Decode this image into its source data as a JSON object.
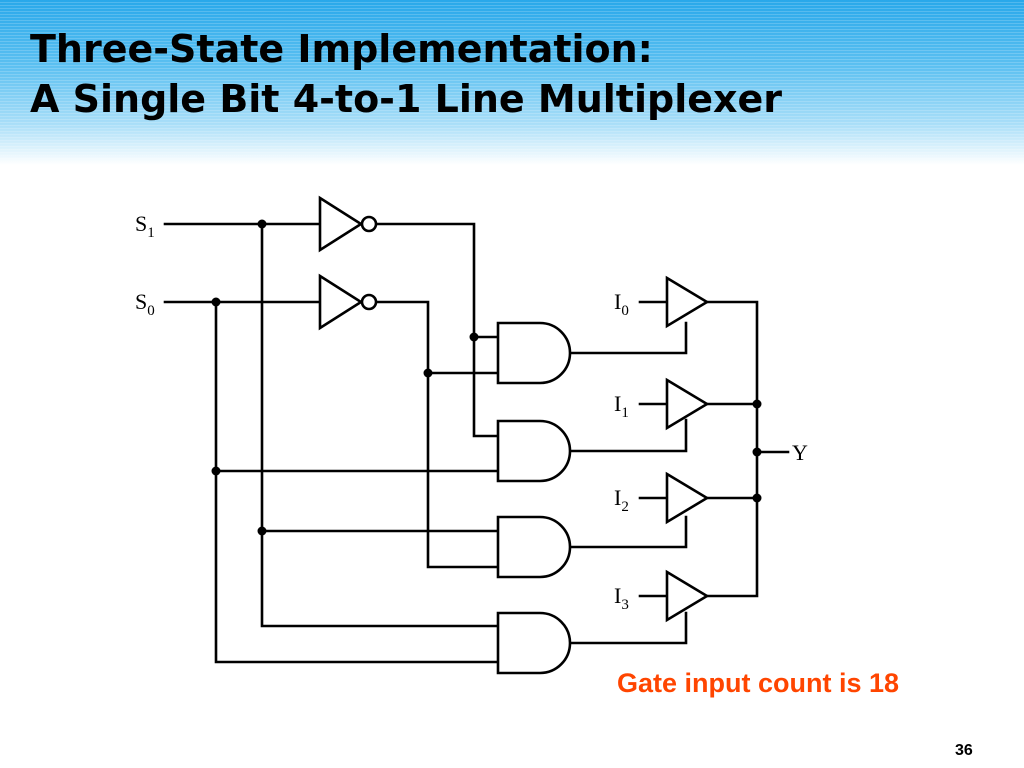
{
  "slide": {
    "title_line1": "Three-State Implementation:",
    "title_line2": "A Single Bit 4-to-1 Line Multiplexer",
    "note": "Gate input count is 18",
    "page_number": "36"
  },
  "circuit": {
    "select_inputs": [
      {
        "base": "S",
        "sub": "1"
      },
      {
        "base": "S",
        "sub": "0"
      }
    ],
    "data_inputs": [
      {
        "base": "I",
        "sub": "0"
      },
      {
        "base": "I",
        "sub": "1"
      },
      {
        "base": "I",
        "sub": "2"
      },
      {
        "base": "I",
        "sub": "3"
      }
    ],
    "output": "Y",
    "wire_color": "#000000"
  }
}
